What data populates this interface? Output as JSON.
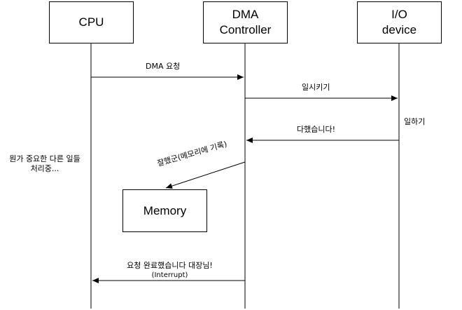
{
  "participants": {
    "cpu": "CPU",
    "dma_line1": "DMA",
    "dma_line2": "Controller",
    "io_line1": "I/O",
    "io_line2": "device",
    "memory": "Memory"
  },
  "messages": {
    "dma_request": "DMA 요청",
    "do_work": "일시키기",
    "io_working": "일하기",
    "done": "다했습니다!",
    "cpu_busy_line1": "뭔가 중요한 다른 일들",
    "cpu_busy_line2": "처리중...",
    "wrote_memory": "잘했군(메모리에 기록)",
    "complete_line1": "요청 완료했습니다 대장님!",
    "complete_line2": "(Interrupt)"
  }
}
